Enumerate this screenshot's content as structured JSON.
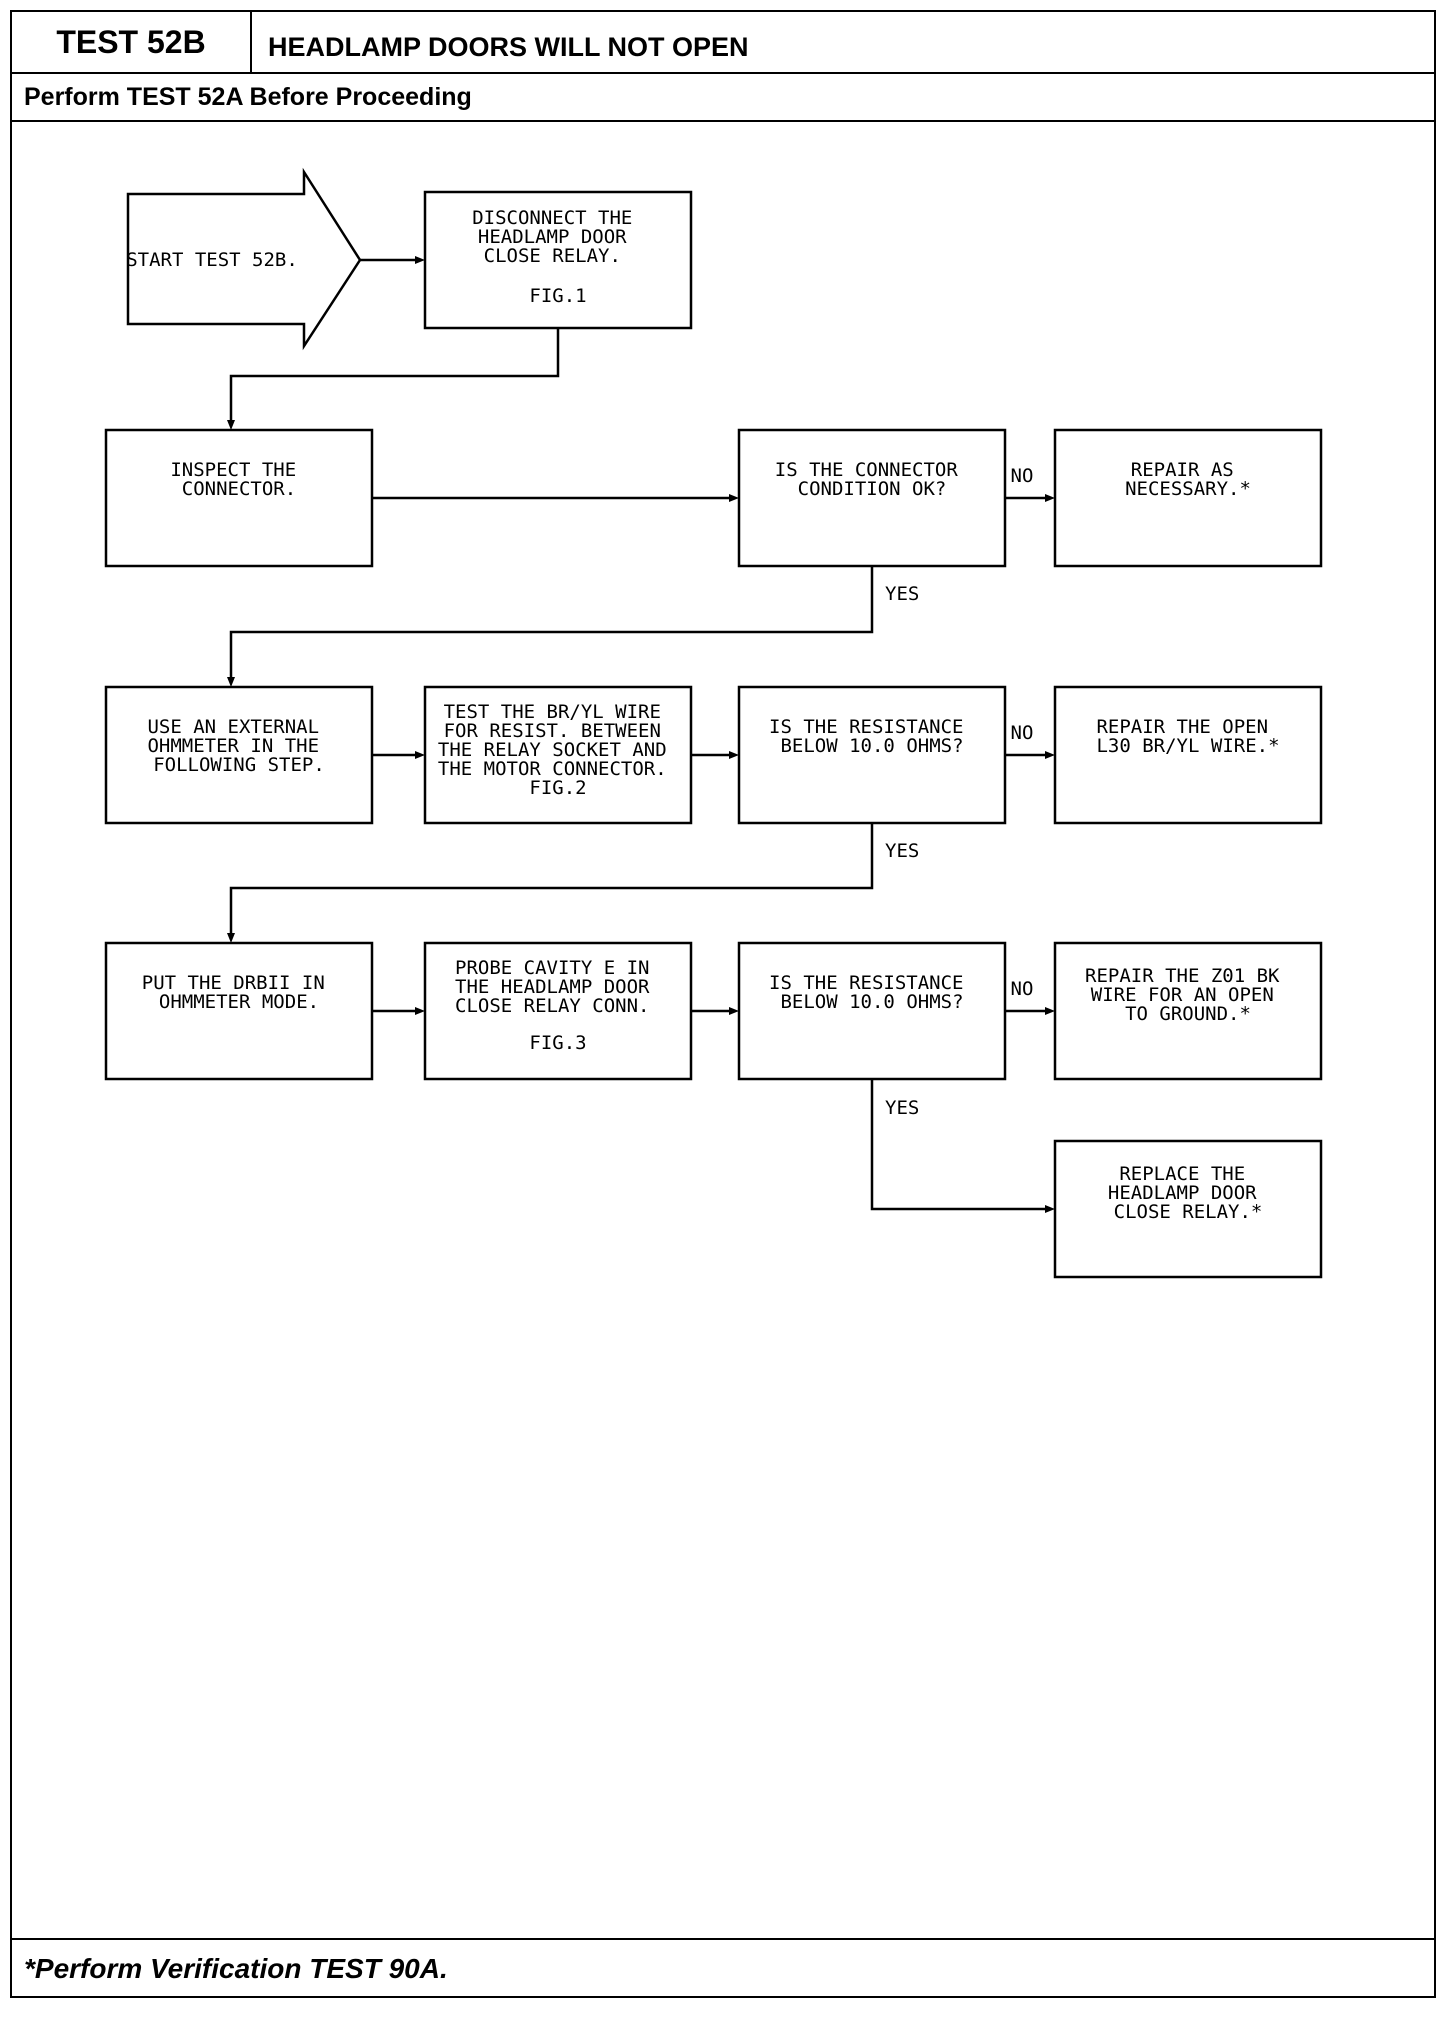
{
  "header": {
    "test_id": "TEST 52B",
    "title": "HEADLAMP DOORS WILL NOT OPEN",
    "prerequisite": "Perform TEST 52A Before Proceeding"
  },
  "footer": {
    "note": "*Perform Verification TEST 90A."
  },
  "flow": {
    "start": "START TEST 52B.",
    "disconnect": [
      "DISCONNECT THE",
      "HEADLAMP DOOR",
      "CLOSE RELAY.",
      "FIG.1"
    ],
    "inspect": [
      "INSPECT THE",
      "CONNECTOR."
    ],
    "q1": [
      "IS THE CONNECTOR",
      "CONDITION OK?"
    ],
    "repair1": [
      "REPAIR AS",
      "NECESSARY.*"
    ],
    "use_ohm": [
      "USE AN EXTERNAL",
      "OHMMETER IN THE",
      "FOLLOWING STEP."
    ],
    "test_wire": [
      "TEST THE BR/YL WIRE",
      "FOR RESIST. BETWEEN",
      "THE RELAY SOCKET AND",
      "THE MOTOR CONNECTOR.",
      "FIG.2"
    ],
    "q2": [
      "IS THE RESISTANCE",
      "BELOW 10.0 OHMS?"
    ],
    "repair2": [
      "REPAIR THE OPEN",
      "L30 BR/YL WIRE.*"
    ],
    "put_drb": [
      "PUT THE DRBII IN",
      "OHMMETER MODE."
    ],
    "probe": [
      "PROBE CAVITY E IN",
      "THE HEADLAMP DOOR",
      "CLOSE RELAY CONN.",
      "FIG.3"
    ],
    "q3": [
      "IS THE RESISTANCE",
      "BELOW 10.0 OHMS?"
    ],
    "repair3": [
      "REPAIR THE Z01 BK",
      "WIRE FOR AN OPEN",
      "TO GROUND.*"
    ],
    "replace": [
      "REPLACE THE",
      "HEADLAMP DOOR",
      "CLOSE RELAY.*"
    ],
    "labels": {
      "no": "NO",
      "yes": "YES"
    }
  }
}
